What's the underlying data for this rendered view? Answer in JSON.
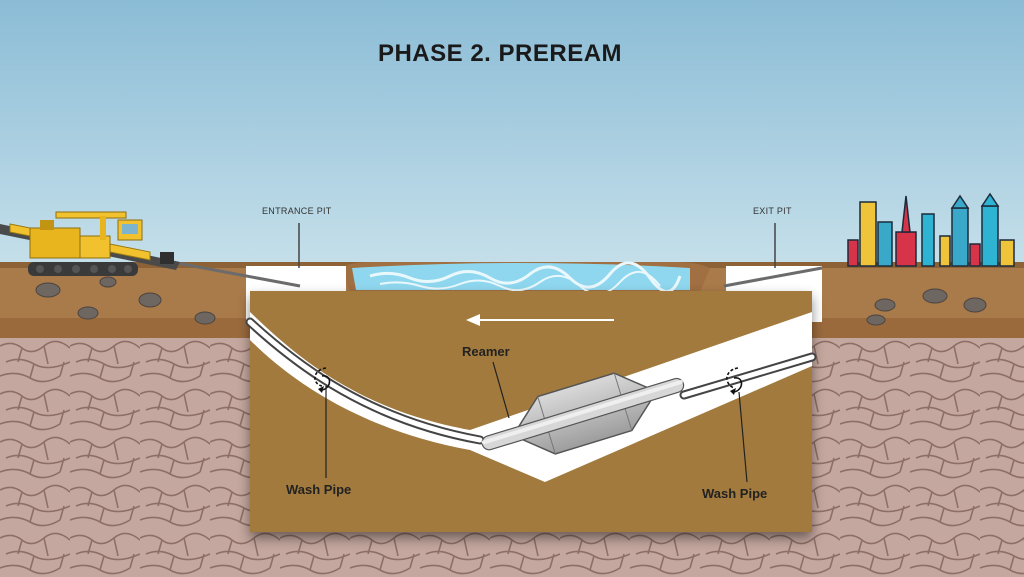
{
  "diagram": {
    "title": "PHASE 2. PREREAM",
    "labels": {
      "entrance_pit": "ENTRANCE PIT",
      "exit_pit": "EXIT PIT",
      "reamer": "Reamer",
      "wash_pipe_left": "Wash Pipe",
      "wash_pipe_right": "Wash Pipe"
    },
    "icons": [
      "drilling-rig-icon",
      "city-skyline-icon",
      "river-icon",
      "rotation-arrow-icon",
      "direction-arrow-icon",
      "reamer-icon"
    ],
    "colors": {
      "sky": "#9cc6dc",
      "soil": "#a97a4a",
      "cutaway": "#a27a3e",
      "bedrock": "#c2a59c",
      "water": "#8ed6ec",
      "rig": "#f2c12e"
    }
  }
}
